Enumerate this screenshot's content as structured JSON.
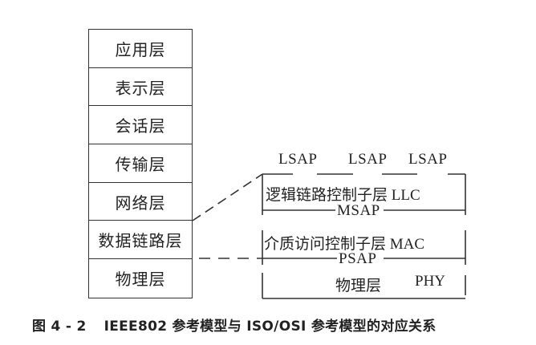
{
  "osi_model": {
    "layers": [
      {
        "label": "应用层"
      },
      {
        "label": "表示层"
      },
      {
        "label": "会话层"
      },
      {
        "label": "传输层"
      },
      {
        "label": "网络层"
      },
      {
        "label": "数据链路层"
      },
      {
        "label": "物理层"
      }
    ]
  },
  "ieee802_model": {
    "llc": {
      "label": "逻辑链路控制子层 LLC"
    },
    "mac": {
      "label": "介质访问控制子层 MAC"
    },
    "phy": {
      "label_cn": "物理层",
      "label_abbr": "PHY"
    },
    "service_points": {
      "lsap": [
        "LSAP",
        "LSAP",
        "LSAP"
      ],
      "msap": "MSAP",
      "psap": "PSAP"
    }
  },
  "caption": {
    "figure_number": "图 4 - 2",
    "text": "IEEE802 参考模型与 ISO/OSI 参考模型的对应关系"
  },
  "colors": {
    "line": "#333333",
    "text": "#222222",
    "background": "#ffffff"
  }
}
